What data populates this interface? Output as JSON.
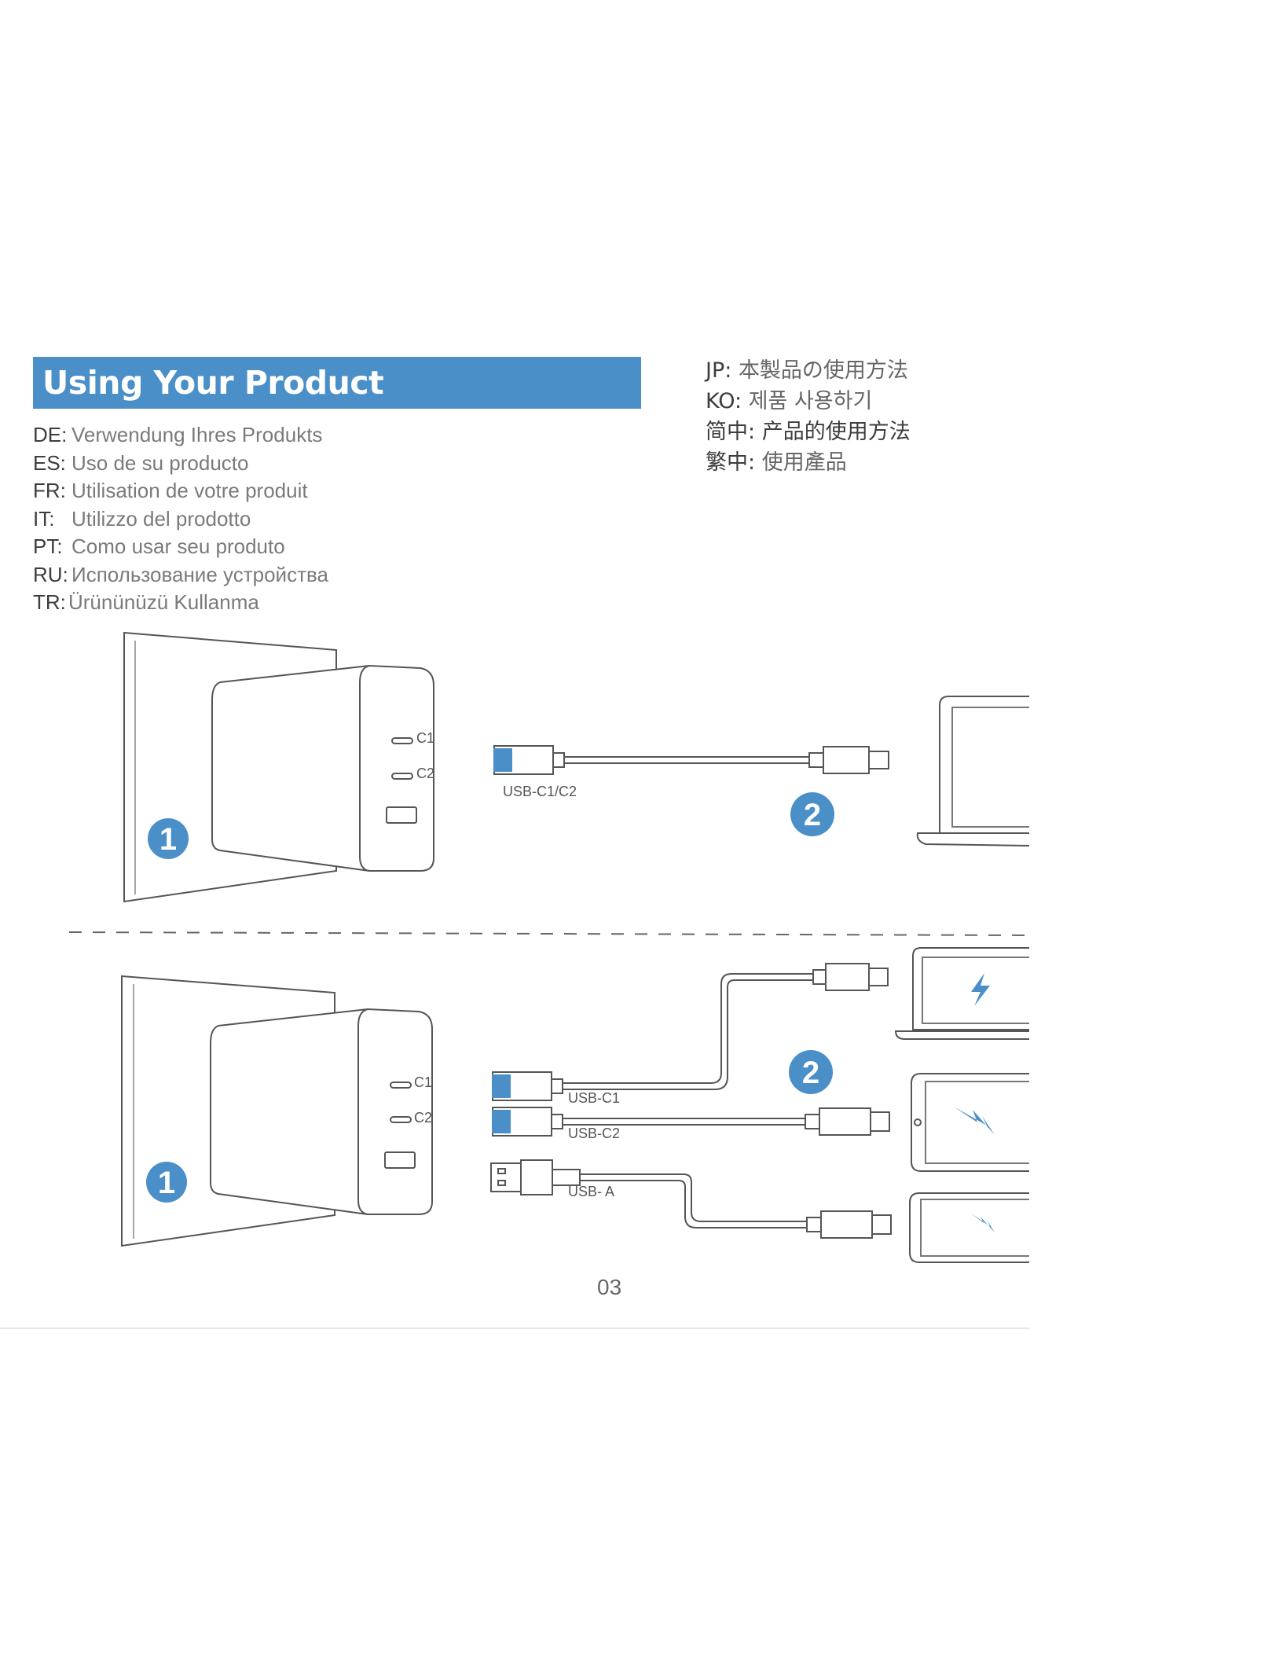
{
  "title": "Using Your Product",
  "languages": [
    {
      "code": "DE:",
      "text": "Verwendung Ihres Produkts"
    },
    {
      "code": "ES:",
      "text": "Uso de su producto"
    },
    {
      "code": "FR:",
      "text": "Utilisation de votre produit"
    },
    {
      "code": "IT:",
      "text": "Utilizzo del prodotto"
    },
    {
      "code": "PT:",
      "text": "Como usar seu produto"
    },
    {
      "code": "RU:",
      "text": "Использование устройства"
    },
    {
      "code": "TR:",
      "text": "Ürününüzü Kullanma"
    }
  ],
  "languages_cjk": [
    {
      "code": "JP:",
      "text": "本製品の使用方法"
    },
    {
      "code": "KO:",
      "text": "제품 사용하기"
    },
    {
      "code": "简中:",
      "text": "产品的使用方法"
    },
    {
      "code": "繁中:",
      "text": "使用產品"
    }
  ],
  "diagram_top": {
    "port_labels": [
      "C1",
      "C2"
    ],
    "step_1": "1",
    "step_2": "2",
    "cable_label": "USB-C1/C2"
  },
  "diagram_bottom": {
    "port_labels": [
      "C1",
      "C2"
    ],
    "step_1": "1",
    "step_2": "2",
    "cable_labels": [
      "USB-C1",
      "USB-C2",
      "USB- A"
    ]
  },
  "page_number": "03",
  "colors": {
    "accent": "#4a8fc8",
    "text": "#333333",
    "muted": "#7a7a7a",
    "line": "#888888"
  }
}
